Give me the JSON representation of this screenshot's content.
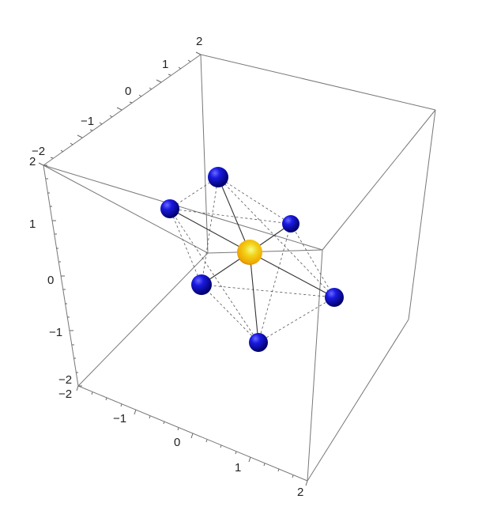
{
  "plot": {
    "box_range": [
      -2,
      2
    ],
    "axis_ticks": {
      "top_edge": [
        "−2",
        "−1",
        "0",
        "1",
        "2"
      ],
      "vertical": [
        "−2",
        "−1",
        "0",
        "1",
        "2"
      ],
      "bottom_edge": [
        "−2",
        "−1",
        "0",
        "1",
        "2"
      ]
    },
    "atoms": {
      "center": {
        "color": "#f2c200",
        "label": ""
      },
      "ligands": [
        {
          "name": "ligand-top"
        },
        {
          "name": "ligand-upper-left"
        },
        {
          "name": "ligand-upper-right"
        },
        {
          "name": "ligand-lower-left"
        },
        {
          "name": "ligand-right"
        },
        {
          "name": "ligand-bottom"
        }
      ],
      "ligand_color": "#1010c8"
    }
  }
}
